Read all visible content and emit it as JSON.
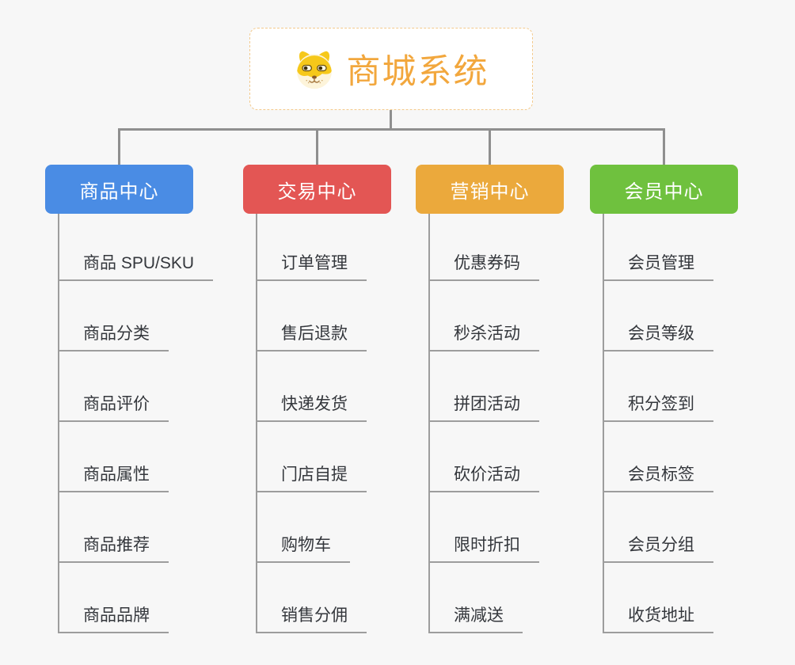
{
  "page": {
    "background_color": "#f7f7f7"
  },
  "root": {
    "title": "商城系统",
    "icon": "doge-icon",
    "accent_color": "#f2a73d",
    "border_color": "#f3c98b"
  },
  "connectors": {
    "top_line_color": "#8f8f8f",
    "branch_line_color": "#9d9d9d"
  },
  "branches": [
    {
      "label": "商品中心",
      "color": "#4a8ce4",
      "children": [
        "商品 SPU/SKU",
        "商品分类",
        "商品评价",
        "商品属性",
        "商品推荐",
        "商品品牌"
      ]
    },
    {
      "label": "交易中心",
      "color": "#e35654",
      "children": [
        "订单管理",
        "售后退款",
        "快递发货",
        "门店自提",
        "购物车",
        "销售分佣"
      ]
    },
    {
      "label": "营销中心",
      "color": "#eba93c",
      "children": [
        "优惠券码",
        "秒杀活动",
        "拼团活动",
        "砍价活动",
        "限时折扣",
        "满减送"
      ]
    },
    {
      "label": "会员中心",
      "color": "#6fc13e",
      "children": [
        "会员管理",
        "会员等级",
        "积分签到",
        "会员标签",
        "会员分组",
        "收货地址"
      ]
    }
  ]
}
